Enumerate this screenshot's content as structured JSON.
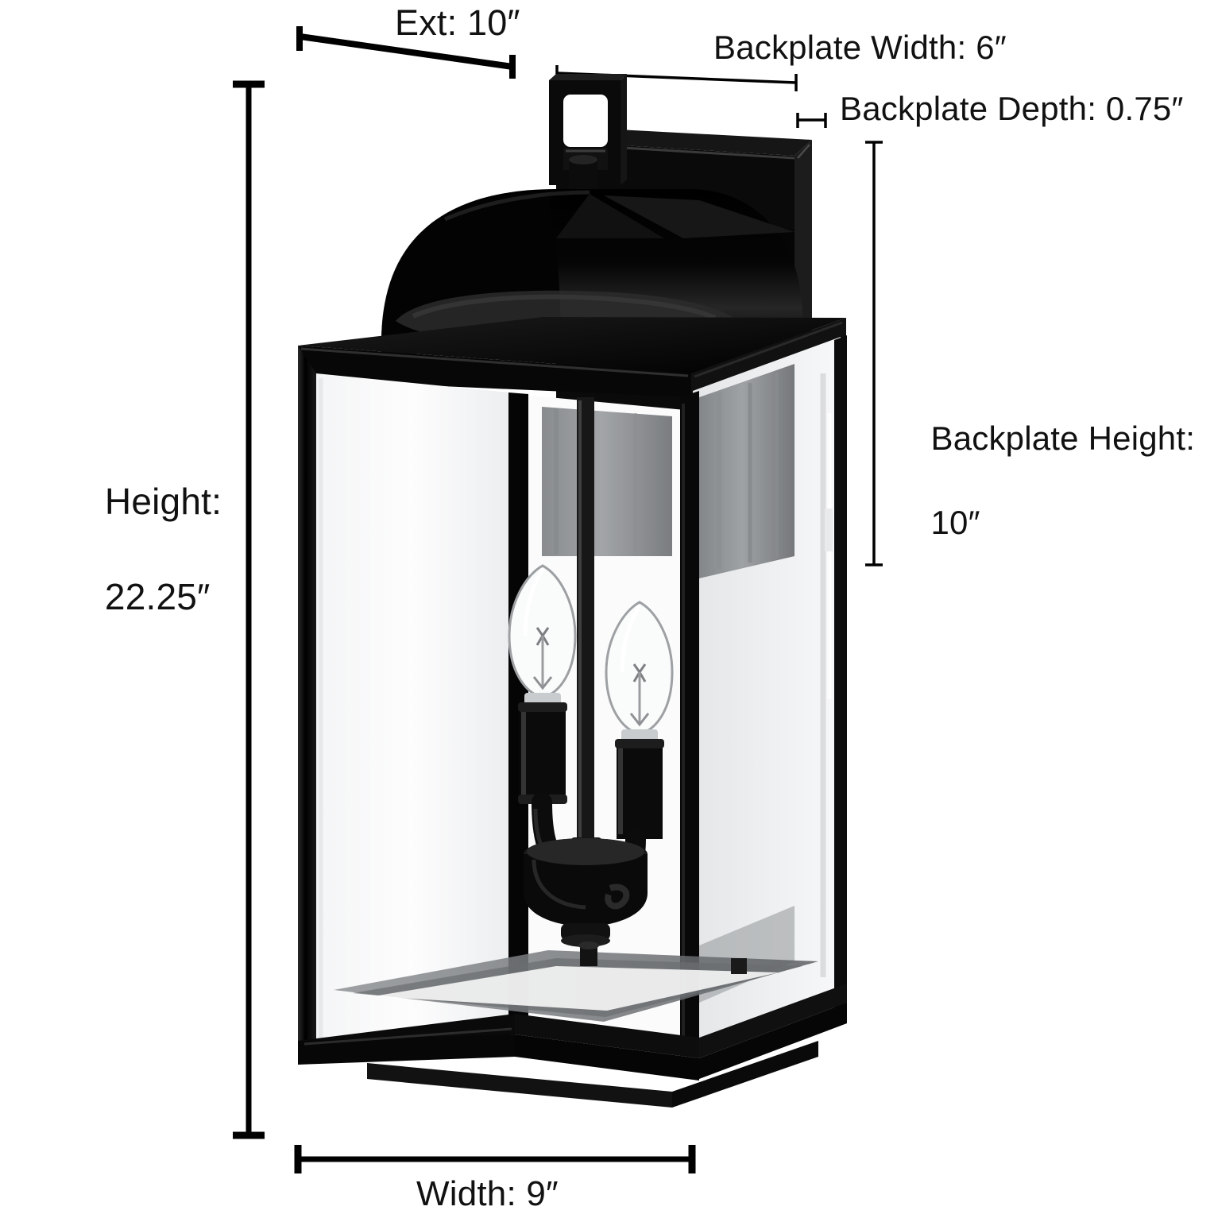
{
  "diagram": {
    "title": "Outdoor wall lantern dimension diagram",
    "unit": "inches",
    "background_color": "#ffffff",
    "line_color": "#000000",
    "fixture_color": "#0a0a0a",
    "glass_color": "#d8dadc"
  },
  "dimensions": {
    "ext": {
      "label": "Ext: 10″",
      "name": "Ext",
      "value": 10
    },
    "backplate_width": {
      "label": "Backplate Width: 6″",
      "name": "Backplate Width",
      "value": 6
    },
    "backplate_depth": {
      "label": "Backplate Depth: 0.75″",
      "name": "Backplate Depth",
      "value": 0.75
    },
    "backplate_height": {
      "label_line1": "Backplate Height:",
      "label_line2": "10″",
      "name": "Backplate Height",
      "value": 10
    },
    "height": {
      "label_line1": "Height:",
      "label_line2": "22.25″",
      "name": "Height",
      "value": 22.25
    },
    "width": {
      "label": "Width: 9″",
      "name": "Width",
      "value": 9
    }
  },
  "fixture": {
    "type": "outdoor wall lantern",
    "finish": "matte black",
    "glass": "clear beveled glass",
    "bulb_count": 2,
    "bulb_style": "candelabra"
  }
}
